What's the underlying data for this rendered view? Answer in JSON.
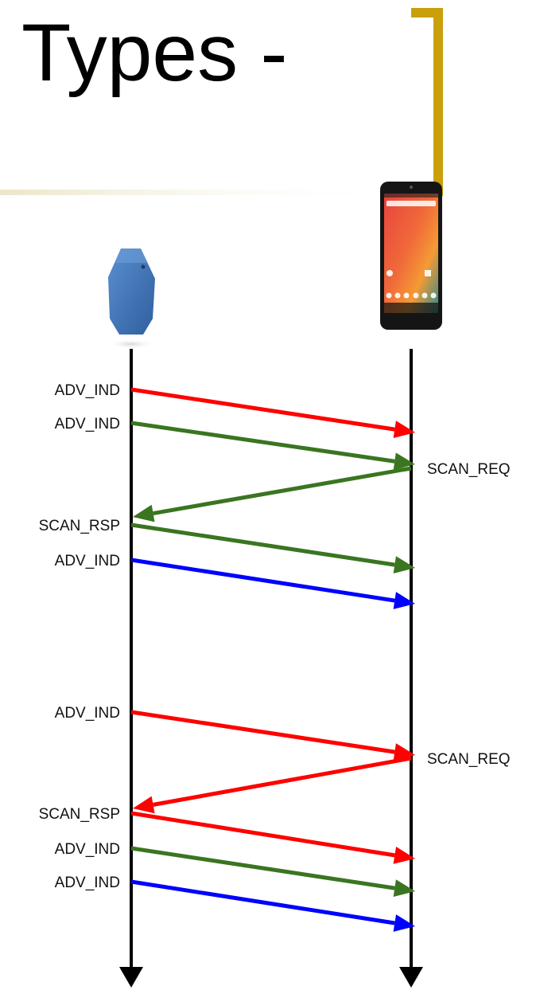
{
  "title": "Types -",
  "colors": {
    "accent_bar": "#c9a00a",
    "lifeline": "#000000",
    "red": "#ff0000",
    "green": "#3a7520",
    "blue": "#0000ff"
  },
  "devices": {
    "beacon": {
      "icon": "beacon-icon"
    },
    "phone": {
      "icon": "smartphone-icon"
    }
  },
  "messages": [
    {
      "label": "ADV_IND",
      "side": "left",
      "dir": "to-phone",
      "color": "red"
    },
    {
      "label": "ADV_IND",
      "side": "left",
      "dir": "to-phone",
      "color": "green"
    },
    {
      "label": "SCAN_REQ",
      "side": "right",
      "dir": "to-beacon",
      "color": "green"
    },
    {
      "label": "SCAN_RSP",
      "side": "left",
      "dir": "to-phone",
      "color": "green"
    },
    {
      "label": "ADV_IND",
      "side": "left",
      "dir": "to-phone",
      "color": "blue"
    },
    {
      "label": "ADV_IND",
      "side": "left",
      "dir": "to-phone",
      "color": "red"
    },
    {
      "label": "SCAN_REQ",
      "side": "right",
      "dir": "to-beacon",
      "color": "red"
    },
    {
      "label": "SCAN_RSP",
      "side": "left",
      "dir": "to-phone",
      "color": "red"
    },
    {
      "label": "ADV_IND",
      "side": "left",
      "dir": "to-phone",
      "color": "green"
    },
    {
      "label": "ADV_IND",
      "side": "left",
      "dir": "to-phone",
      "color": "blue"
    }
  ]
}
